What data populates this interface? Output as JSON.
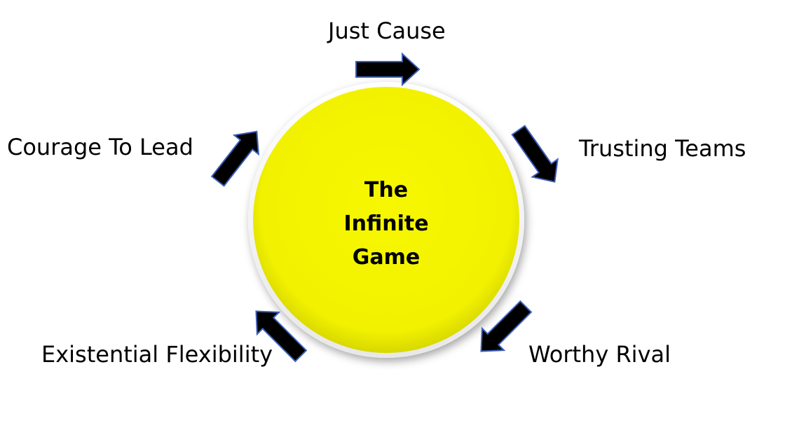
{
  "center": {
    "lines": [
      "The",
      "Infinite",
      "Game"
    ],
    "fill_color": "#f5f500",
    "ring_color": "#ffffff"
  },
  "nodes": [
    {
      "label": "Just Cause"
    },
    {
      "label": "Trusting Teams"
    },
    {
      "label": "Worthy Rival"
    },
    {
      "label": "Existential Flexibility"
    },
    {
      "label": "Courage To Lead"
    }
  ],
  "arrows": {
    "fill_color": "#000000",
    "outline_color": "#3a5fb8",
    "direction": "clockwise",
    "icon": "arrow-icon"
  }
}
